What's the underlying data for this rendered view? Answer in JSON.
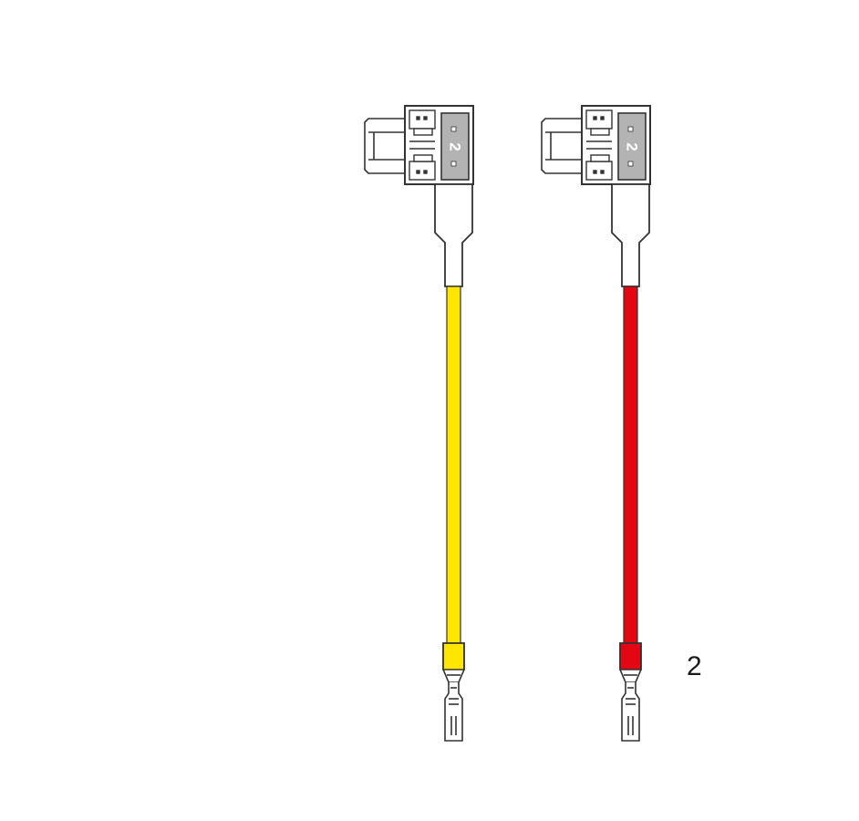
{
  "figure": {
    "callout_label": "2",
    "fuse_rating": "2",
    "cables": [
      {
        "name": "yellow-cable",
        "wire_color": "#ffe600"
      },
      {
        "name": "red-cable",
        "wire_color": "#e30613"
      }
    ],
    "colors": {
      "outline": "#333333",
      "fuse_body": "#b3b3b3",
      "background": "#ffffff"
    }
  }
}
